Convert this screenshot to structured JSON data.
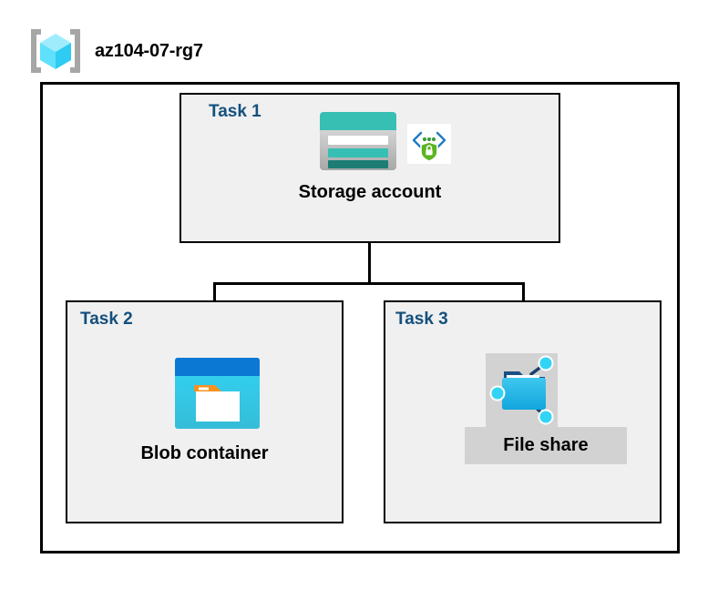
{
  "diagram": {
    "resource_group": {
      "name": "az104-07-rg7",
      "icon": "resource-group-cube-icon"
    },
    "tasks": [
      {
        "id": "task1",
        "label": "Task 1",
        "node_caption": "Storage account",
        "icons": [
          "storage-account-icon",
          "secure-endpoint-shield-icon"
        ]
      },
      {
        "id": "task2",
        "label": "Task 2",
        "node_caption": "Blob container",
        "icons": [
          "blob-container-icon"
        ]
      },
      {
        "id": "task3",
        "label": "Task 3",
        "node_caption": "File share",
        "icons": [
          "file-share-folder-icon"
        ]
      }
    ],
    "connections": [
      {
        "from": "task1",
        "to": "task2"
      },
      {
        "from": "task1",
        "to": "task3"
      }
    ],
    "colors": {
      "task_label": "#15507d",
      "task_box_fill": "#f0f0f0",
      "border": "#000000",
      "resource_group_fill": "#ffffff",
      "caption_highlight": "#d2d2d2",
      "storage_teal": "#37bfb4",
      "storage_teal_dark": "#1d7d75",
      "blob_blue": "#0b78d4",
      "blob_cyan": "#32d4f5",
      "folder_orange": "#f7921e",
      "shield_green": "#5bb522",
      "endpoint_blue": "#1e7bc4",
      "cube_cyan": "#5fe0fb",
      "bracket_gray": "#a6a6a6"
    }
  }
}
